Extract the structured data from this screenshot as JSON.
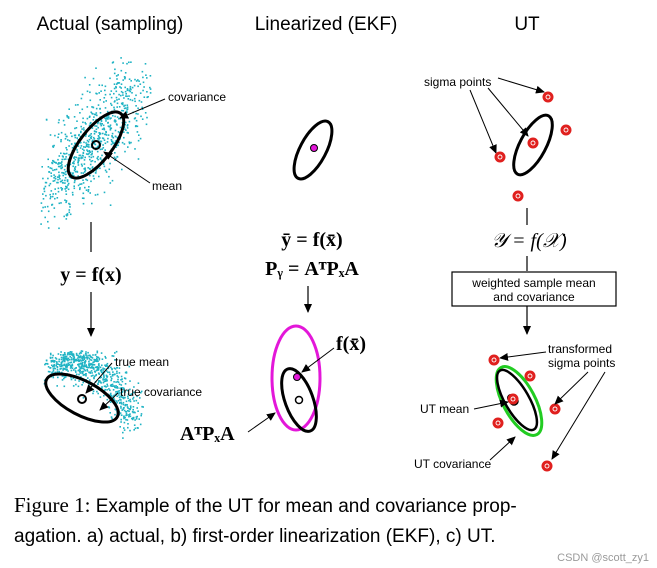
{
  "columns": {
    "actual": "Actual (sampling)",
    "ekf": "Linearized (EKF)",
    "ut": "UT"
  },
  "actual": {
    "covariance": "covariance",
    "mean": "mean",
    "equation": "y = f(x)",
    "true_mean": "true mean",
    "true_covariance": "true covariance"
  },
  "ekf": {
    "eq1": "ȳ = f(x̄)",
    "eq2": "Pᵧ = AᵀPₓA",
    "f_label": "f(x̄)",
    "cov_label": "AᵀPₓA"
  },
  "ut": {
    "sigma_points": "sigma points",
    "equation": "𝒴 = f(𝒳)",
    "box_line1": "weighted sample mean",
    "box_line2": "and covariance",
    "transformed_1": "transformed",
    "transformed_2": "sigma points",
    "ut_mean": "UT mean",
    "ut_covariance": "UT covariance"
  },
  "caption": {
    "figure": "Figure 1:",
    "text": "Example of the UT for mean and covariance propagation. a) actual, b) first-order linearization (EKF), c) UT.",
    "line1": "Example of the UT for mean and covariance prop-",
    "line2": "agation. a) actual, b) first-order linearization (EKF), c) UT."
  },
  "watermark": "CSDN @scott_zy1",
  "colors": {
    "scatter": "#1fb3c4",
    "sigma": "#e0201e",
    "ekf_cov": "#e317d9",
    "ut_cov": "#22cc22",
    "ink": "#000000"
  }
}
